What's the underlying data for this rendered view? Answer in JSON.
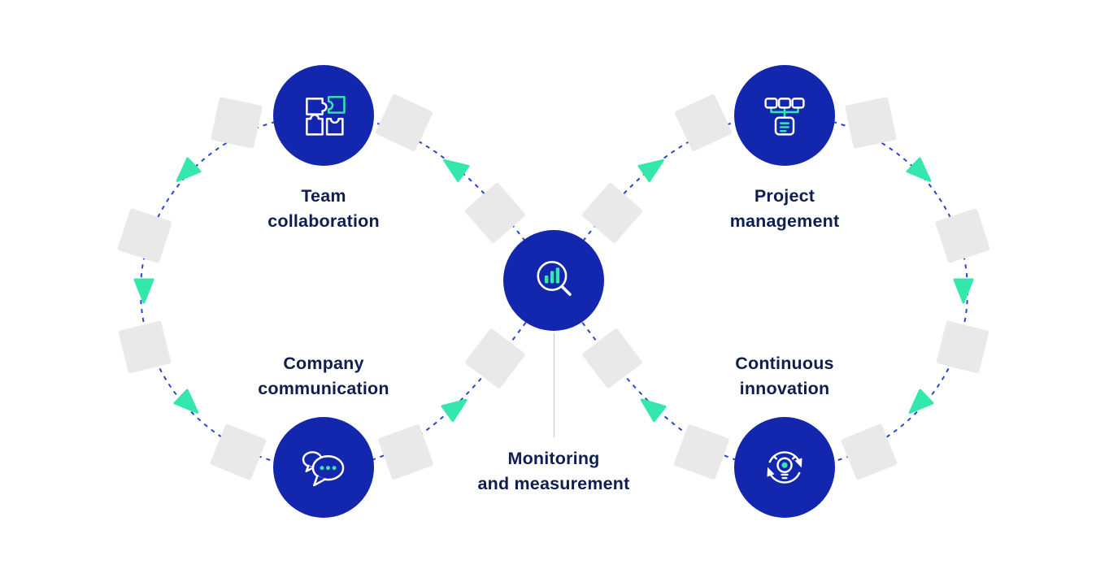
{
  "diagram": {
    "type": "infinity-loop",
    "nodes": [
      {
        "id": "team-collaboration",
        "label": "Team\ncollaboration",
        "icon": "puzzle-icon"
      },
      {
        "id": "project-management",
        "label": "Project\nmanagement",
        "icon": "org-chart-icon"
      },
      {
        "id": "monitoring-measurement",
        "label": "Monitoring\nand measurement",
        "icon": "magnifier-bar-chart-icon"
      },
      {
        "id": "company-communication",
        "label": "Company\ncommunication",
        "icon": "chat-bubbles-icon"
      },
      {
        "id": "continuous-innovation",
        "label": "Continuous\ninnovation",
        "icon": "lightbulb-refresh-icon"
      }
    ],
    "colors": {
      "node_circle": "#1326ae",
      "dashed_path": "#2945d1",
      "flow_arrow": "#34e7ad",
      "decor_square": "#e9e9e9",
      "label_text": "#0f1e50",
      "background": "#ffffff",
      "connector_line": "#cfd2d8"
    }
  }
}
